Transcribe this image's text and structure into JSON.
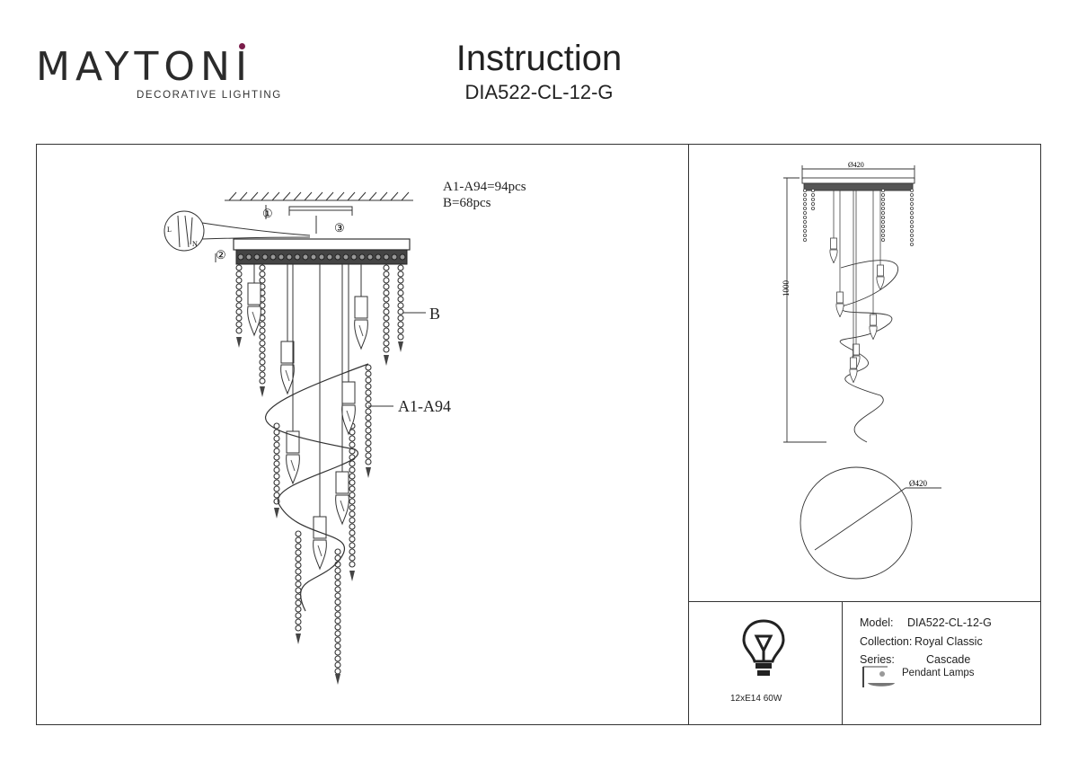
{
  "brand": {
    "name": "MAYTONI",
    "tagline": "DECORATIVE LIGHTING",
    "dot_color": "#7a1c4a"
  },
  "header": {
    "title": "Instruction",
    "model_code": "DIA522-CL-12-G"
  },
  "assembly": {
    "parts_count_a": "A1-A94=94pcs",
    "parts_count_b": "B=68pcs",
    "label_b": "B",
    "label_a": "A1-A94",
    "steps": [
      "①",
      "②",
      "③"
    ],
    "wire_labels": [
      "L",
      "N"
    ]
  },
  "dimensions": {
    "diameter_top": "Ø420",
    "height": "1000",
    "diameter_plan": "Ø420"
  },
  "bulb": {
    "spec": "12xE14 60W"
  },
  "specs": {
    "model_label": "Model:",
    "model_value": "DIA522-CL-12-G",
    "collection_label": "Collection:",
    "collection_value": "Royal Classic",
    "series_label": "Series:",
    "series_value": "Cascade",
    "type_value": "Pendant Lamps"
  }
}
